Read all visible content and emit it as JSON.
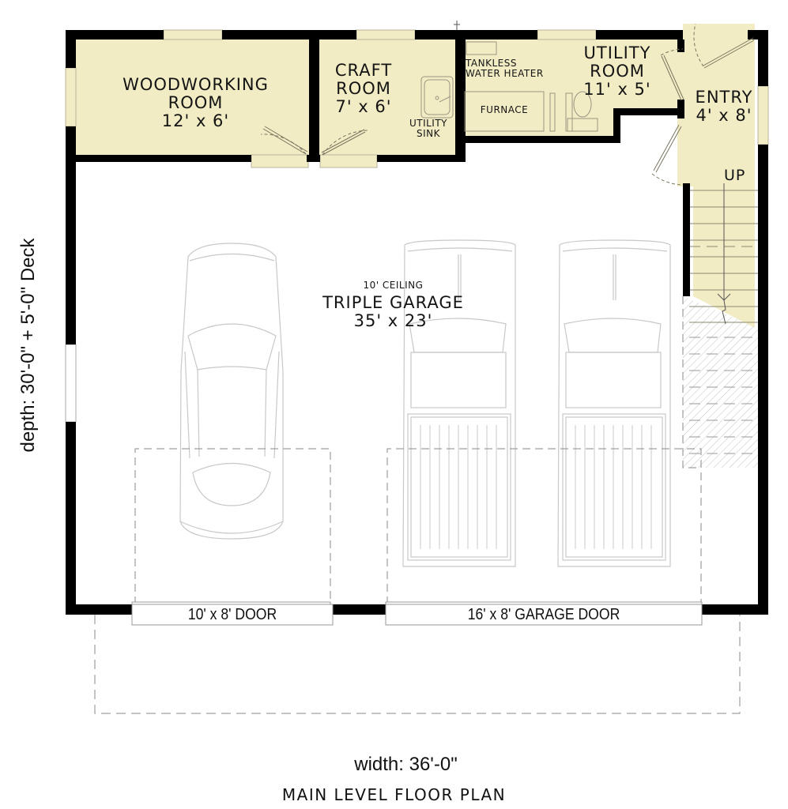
{
  "plan": {
    "title": "MAIN LEVEL FLOOR PLAN",
    "width_label": "width: 36'-0\"",
    "depth_label": "depth: 30'-0\" + 5'-0\" Deck",
    "colors": {
      "wall": "#000000",
      "room_fill": "#f2ecc5",
      "fixture_line": "#9a9680",
      "vehicle_line": "#c8c8c8",
      "dash_line": "#8a8a8a",
      "hatch": "#c0c0c0",
      "background": "#ffffff"
    }
  },
  "rooms": [
    {
      "id": "woodworking",
      "name_line1": "WOODWORKING",
      "name_line2": "ROOM",
      "dims": "12' x 6'"
    },
    {
      "id": "craft",
      "name_line1": "CRAFT",
      "name_line2": "ROOM",
      "dims": "7' x 6'"
    },
    {
      "id": "utility",
      "name_line1": "UTILITY",
      "name_line2": "ROOM",
      "dims": "11' x 5'"
    },
    {
      "id": "entry",
      "name_line1": "ENTRY",
      "dims": "4' x 8'"
    },
    {
      "id": "garage",
      "note": "10' CEILING",
      "name_line1": "TRIPLE GARAGE",
      "dims": "35' x 23'"
    }
  ],
  "fixtures": {
    "utility_sink_line1": "UTILITY",
    "utility_sink_line2": "SINK",
    "water_heater_line1": "TANKLESS",
    "water_heater_line2": "WATER HEATER",
    "furnace": "FURNACE"
  },
  "stairs": {
    "direction_label": "UP"
  },
  "garage_doors": [
    {
      "id": "single",
      "label": "10' x 8' DOOR"
    },
    {
      "id": "double",
      "label": "16' x 8' GARAGE DOOR"
    }
  ],
  "vehicles": [
    {
      "id": "sedan",
      "type": "car"
    },
    {
      "id": "pickup-1",
      "type": "pickup truck"
    },
    {
      "id": "pickup-2",
      "type": "pickup truck"
    }
  ]
}
